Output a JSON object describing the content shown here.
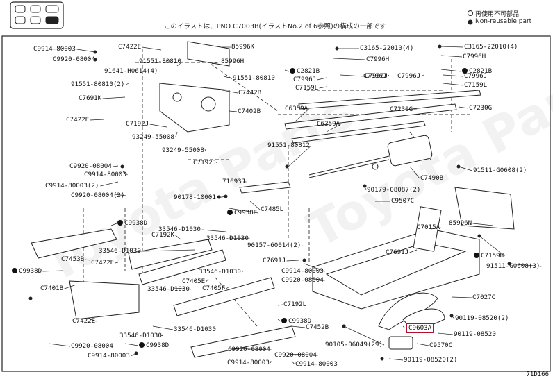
{
  "caption": "このイラストは、PNO C7003B(イラストNo.2 of 6参照)の構成の一部です",
  "legend": {
    "reusable": "再使用不可部品",
    "nonreusable": "Non-reusable part"
  },
  "ref_code": "71D166",
  "watermark": "Toyota Parts",
  "highlight": "C9603A",
  "labels": [
    {
      "t": "C7422E",
      "dot": false
    },
    {
      "t": "85996K",
      "dot": false
    },
    {
      "t": "C9914-80003",
      "dot": false
    },
    {
      "t": "C9920-08004",
      "dot": false
    },
    {
      "t": "91551-80810",
      "dot": false
    },
    {
      "t": "85996H",
      "dot": false
    },
    {
      "t": "91641-H0614(4)",
      "dot": false
    },
    {
      "t": "91551-80810",
      "dot": false
    },
    {
      "t": "91551-80810(2)",
      "dot": false
    },
    {
      "t": "C7442B",
      "dot": false
    },
    {
      "t": "C7691K",
      "dot": false
    },
    {
      "t": "C7402B",
      "dot": false
    },
    {
      "t": "C7422E",
      "dot": false
    },
    {
      "t": "C7192J",
      "dot": false
    },
    {
      "t": "93249-55008",
      "dot": false
    },
    {
      "t": "93249-55008",
      "dot": false
    },
    {
      "t": "C7192J",
      "dot": false
    },
    {
      "t": "C9920-08004",
      "dot": false
    },
    {
      "t": "C9914-80003",
      "dot": false
    },
    {
      "t": "C9914-80003(2)",
      "dot": false
    },
    {
      "t": "C9920-08004(2)",
      "dot": false
    },
    {
      "t": "71693J",
      "dot": false
    },
    {
      "t": "90178-10001",
      "dot": false
    },
    {
      "t": "C9938E",
      "dot": true
    },
    {
      "t": "C7485L",
      "dot": false
    },
    {
      "t": "C9938D",
      "dot": true
    },
    {
      "t": "33546-D1030",
      "dot": false
    },
    {
      "t": "33546-D1030",
      "dot": false
    },
    {
      "t": "C7192K",
      "dot": false
    },
    {
      "t": "C7453B",
      "dot": false
    },
    {
      "t": "33546-D1030",
      "dot": false
    },
    {
      "t": "C7422E",
      "dot": false
    },
    {
      "t": "C9938D",
      "dot": true
    },
    {
      "t": "33546-D1030",
      "dot": false
    },
    {
      "t": "C7405E",
      "dot": false
    },
    {
      "t": "C7401B",
      "dot": false
    },
    {
      "t": "33546-D1030",
      "dot": false
    },
    {
      "t": "C7405F",
      "dot": false
    },
    {
      "t": "90157-60014(2)",
      "dot": false
    },
    {
      "t": "C7691J",
      "dot": false
    },
    {
      "t": "C9914-80003",
      "dot": false
    },
    {
      "t": "C7422E",
      "dot": false
    },
    {
      "t": "C7192L",
      "dot": false
    },
    {
      "t": "C9920-08004",
      "dot": false
    },
    {
      "t": "33546-D1030",
      "dot": false
    },
    {
      "t": "C9938D",
      "dot": true
    },
    {
      "t": "33546-D1030",
      "dot": false
    },
    {
      "t": "C7452B",
      "dot": false
    },
    {
      "t": "C9920-08004",
      "dot": false
    },
    {
      "t": "C9938D",
      "dot": true
    },
    {
      "t": "C9920-08004",
      "dot": false
    },
    {
      "t": "C9914-80003",
      "dot": false
    },
    {
      "t": "C9914-80003",
      "dot": false
    },
    {
      "t": "C9920-08004",
      "dot": false
    },
    {
      "t": "C9914-80003",
      "dot": false
    },
    {
      "t": "C3165-22010(4)",
      "dot": false
    },
    {
      "t": "C7996H",
      "dot": false
    },
    {
      "t": "C2821B",
      "dot": true
    },
    {
      "t": "C7996J",
      "dot": false
    },
    {
      "t": "C7996J",
      "dot": false
    },
    {
      "t": "C7159L",
      "dot": false
    },
    {
      "t": "C7996J",
      "dot": false
    },
    {
      "t": "C7996J",
      "dot": false
    },
    {
      "t": "C6359A",
      "dot": false
    },
    {
      "t": "C7230G",
      "dot": false
    },
    {
      "t": "C7230G",
      "dot": false
    },
    {
      "t": "C6359A",
      "dot": false
    },
    {
      "t": "91551-80812",
      "dot": false
    },
    {
      "t": "C7490B",
      "dot": false
    },
    {
      "t": "90179-08087(2)",
      "dot": false
    },
    {
      "t": "C9507C",
      "dot": false
    },
    {
      "t": "C7015A",
      "dot": false
    },
    {
      "t": "C7691J",
      "dot": false
    },
    {
      "t": "C3165-22010(4)",
      "dot": false
    },
    {
      "t": "C7996H",
      "dot": false
    },
    {
      "t": "C2821B",
      "dot": true
    },
    {
      "t": "C7996J",
      "dot": false
    },
    {
      "t": "C7159L",
      "dot": false
    },
    {
      "t": "91511-G0608(2)",
      "dot": false
    },
    {
      "t": "85996N",
      "dot": false
    },
    {
      "t": "C7159H",
      "dot": true
    },
    {
      "t": "91511-G0608(3)",
      "dot": false
    },
    {
      "t": "C7027C",
      "dot": false
    },
    {
      "t": "90119-08520(2)",
      "dot": false
    },
    {
      "t": "C9603A",
      "dot": false
    },
    {
      "t": "90119-08520",
      "dot": false
    },
    {
      "t": "90105-06049(29)",
      "dot": false
    },
    {
      "t": "C9570C",
      "dot": false
    },
    {
      "t": "90119-08520(2)",
      "dot": false
    }
  ]
}
